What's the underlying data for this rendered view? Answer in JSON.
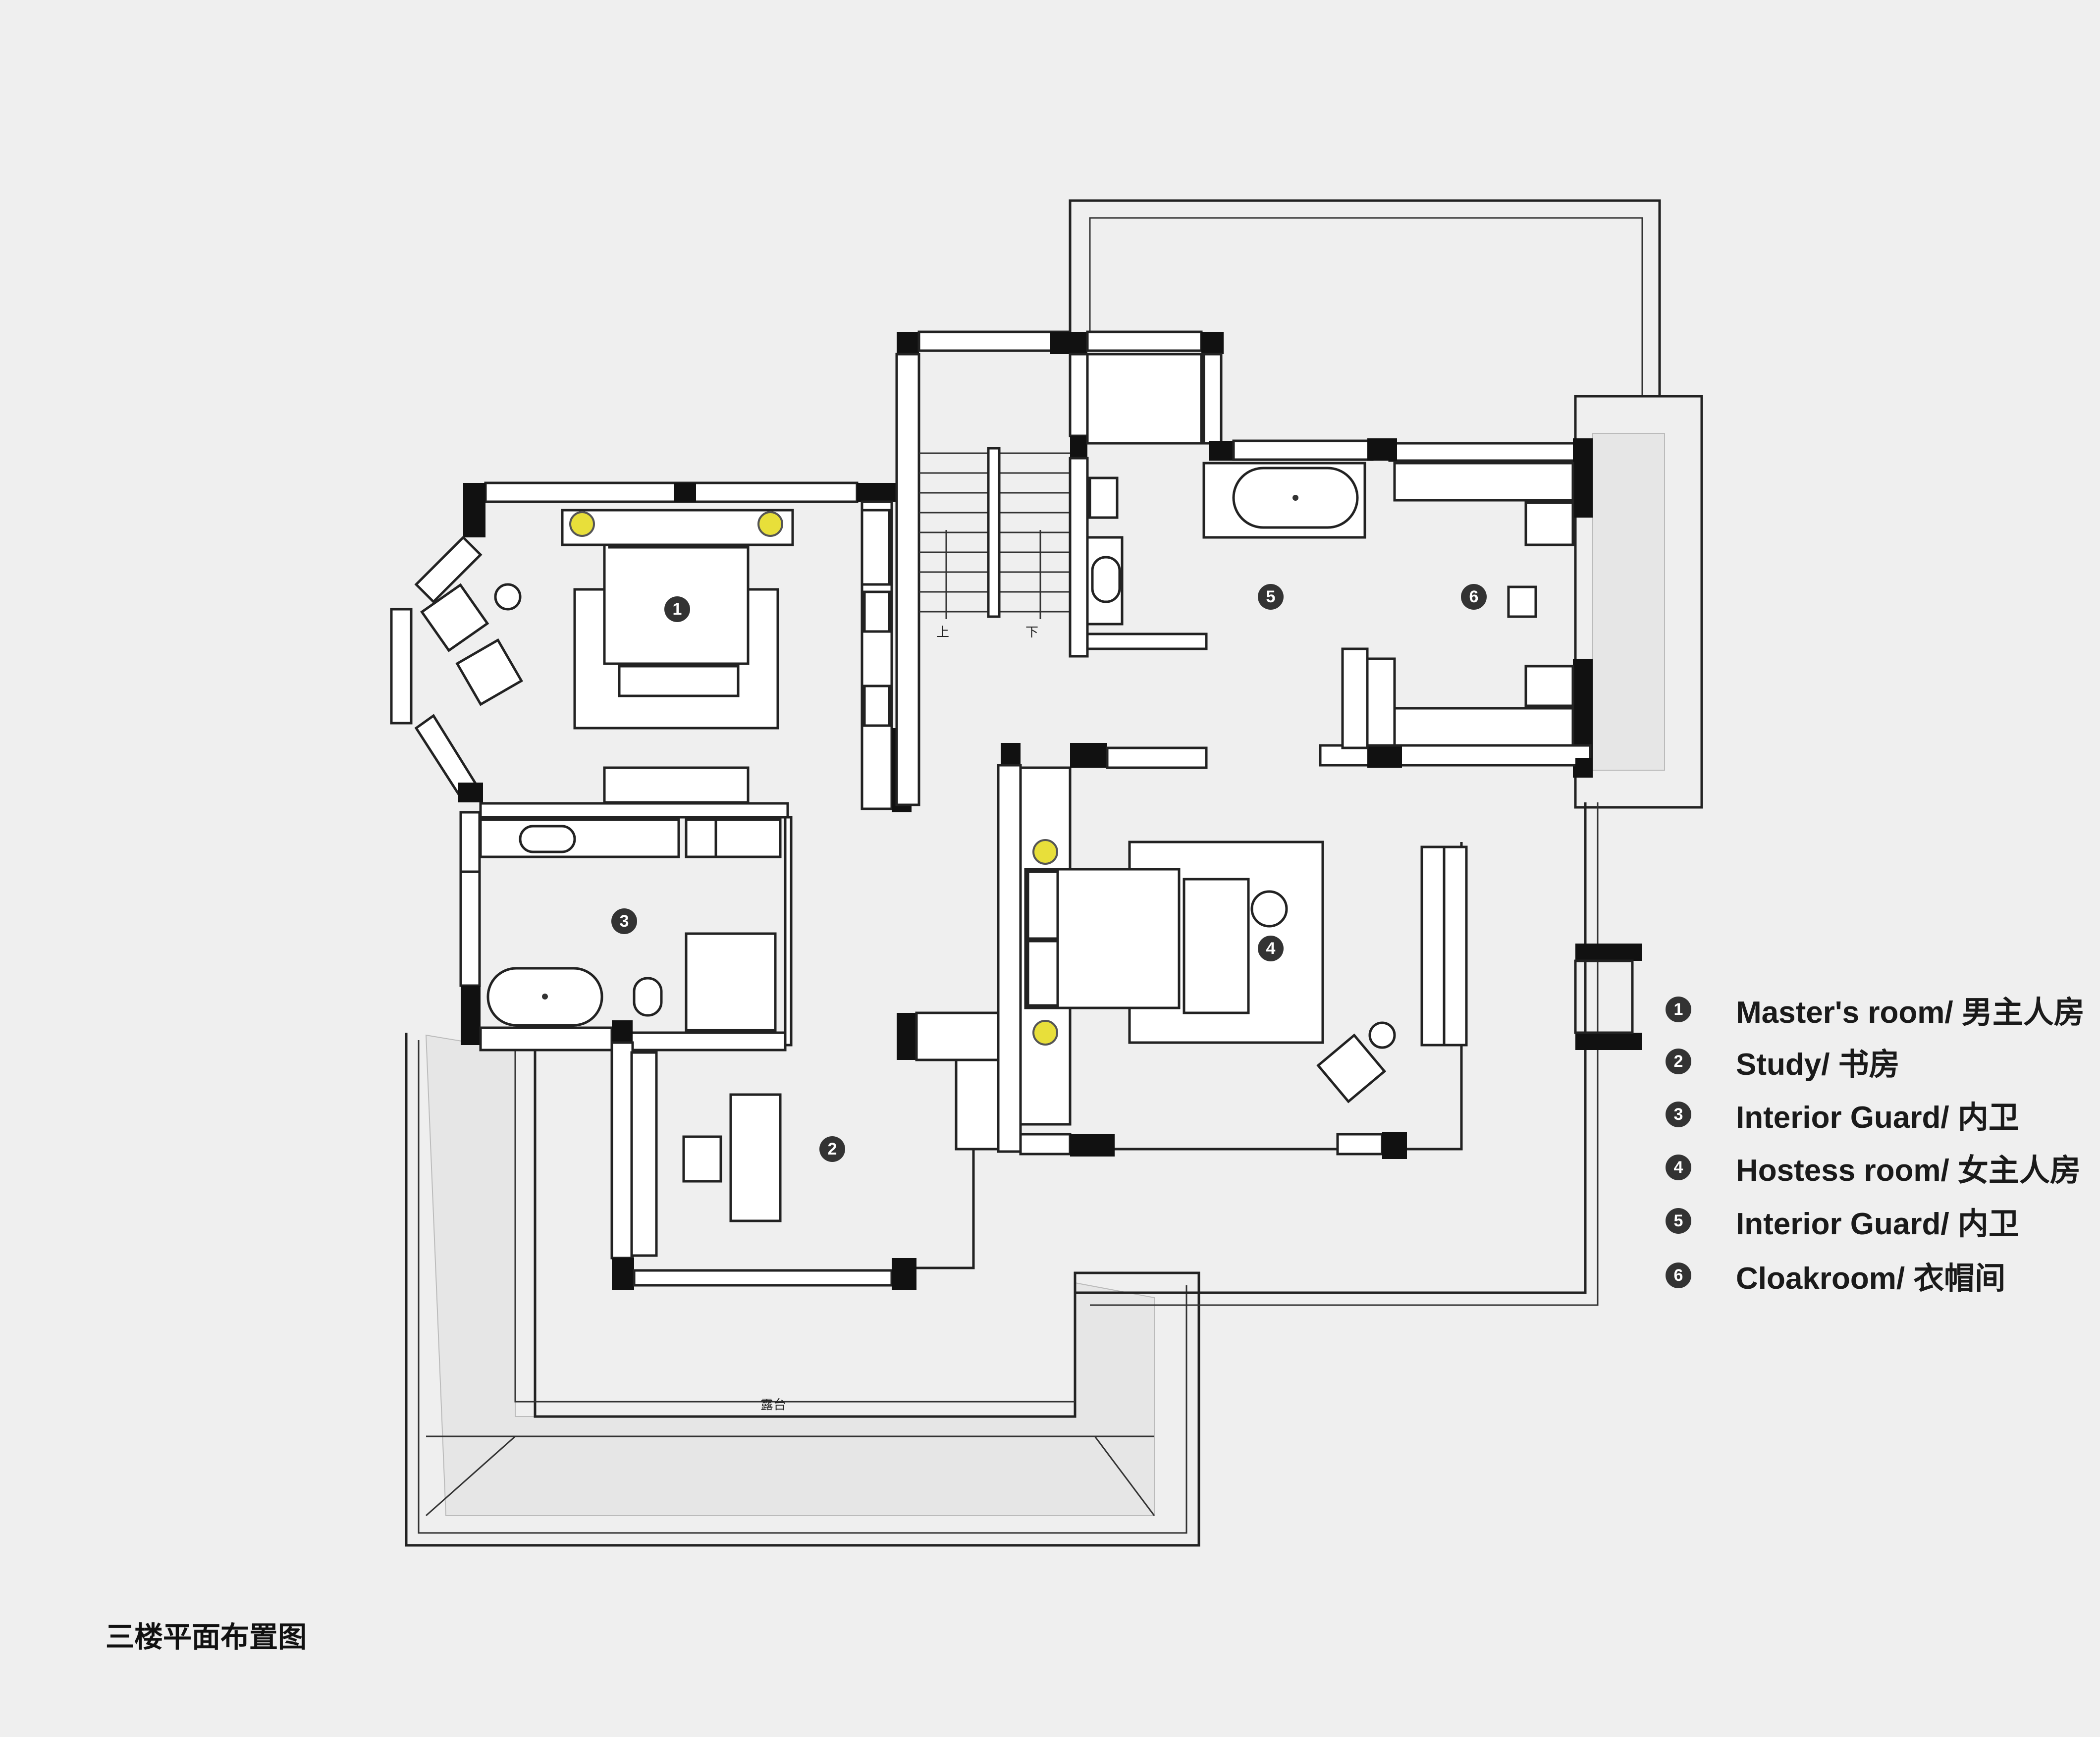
{
  "plan": {
    "title": "三楼平面布置图",
    "stair_up_label": "上",
    "stair_down_label": "下",
    "terrace_label": "露台"
  },
  "rooms": [
    {
      "marker": "1",
      "label": "Master's room/ 男主人房"
    },
    {
      "marker": "2",
      "label": "Study/ 书房"
    },
    {
      "marker": "3",
      "label": "Interior Guard/ 内卫"
    },
    {
      "marker": "4",
      "label": "Hostess room/ 女主人房"
    },
    {
      "marker": "5",
      "label": "Interior Guard/ 内卫"
    },
    {
      "marker": "6",
      "label": "Cloakroom/ 衣帽间"
    }
  ],
  "colors": {
    "background": "#efefef",
    "wall": "#111111",
    "marker": "#333333",
    "light_fixture": "#e8df3a"
  }
}
